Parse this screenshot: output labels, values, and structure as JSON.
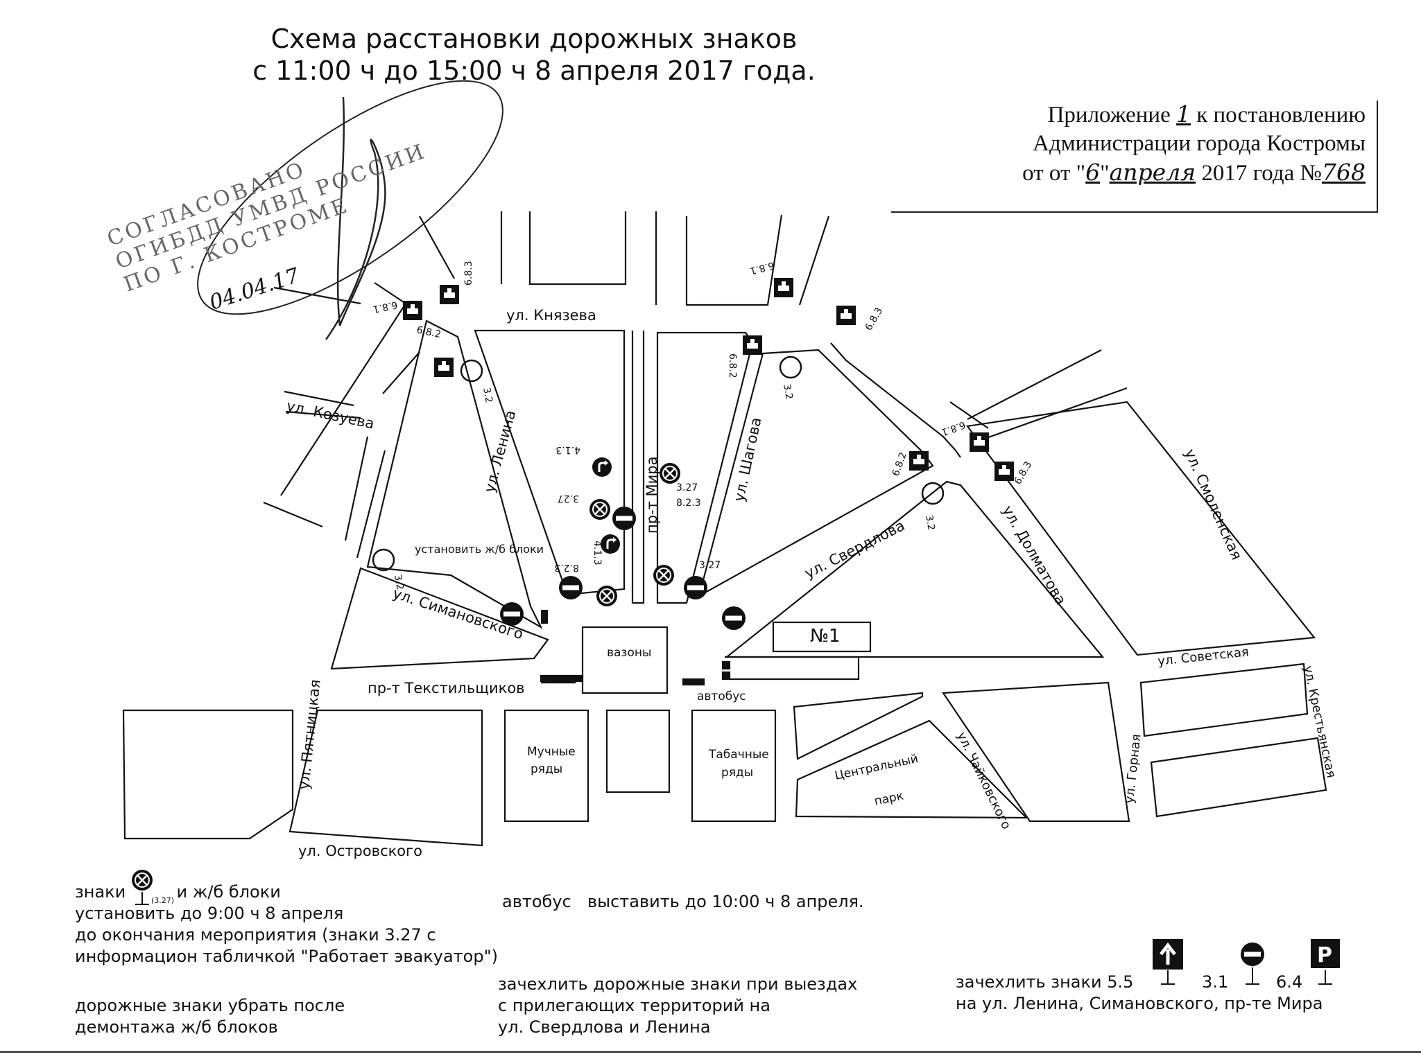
{
  "title": {
    "line1": "Схема расстановки дорожных знаков",
    "line2": "с 11:00 ч до 15:00 ч 8 апреля 2017 года."
  },
  "appendix": {
    "line1_pre": "Приложение",
    "line1_num": "1",
    "line1_post": "к постановлению",
    "line2": "Администрации города Костромы",
    "line3_pre": "от \"",
    "line3_day": "6",
    "line3_mid": "\"",
    "line3_month": "апреля",
    "line3_year": "2017 года №",
    "line3_no": "768"
  },
  "stamp": {
    "line1": "СОГЛАСОВАНО",
    "line2": "ОГИБДД УМВД РОССИИ",
    "line3": "ПО Г. КОСТРОМЕ",
    "date": "04.04.17"
  },
  "streets": {
    "knyazeva": "ул. Князева",
    "kozueva": "ул. Козуева",
    "lenina": "ул. Ленина",
    "mira": "пр-т Мира",
    "shagova": "ул. Шагова",
    "sverdlova": "ул. Свердлова",
    "dolmatova": "ул. Долматова",
    "smolenskaya": "ул. Смоленская",
    "simanovskogo": "ул. Симановского",
    "tekstilshchikov": "пр-т Текстильщиков",
    "pyatnitskaya": "ул. Пятницкая",
    "ostrovskogo": "ул. Островского",
    "sovetskaya": "ул. Советская",
    "krestyanskaya": "ул. Крестьянская",
    "gornaya": "ул. Горная",
    "chaykovskogo": "ул. Чайковского"
  },
  "places": {
    "vazony": "вазоны",
    "avtobus": "автобус",
    "muchnye": [
      "Мучные",
      "ряды"
    ],
    "tabachnye": [
      "Табачные",
      "ряды"
    ],
    "park": [
      "Центральный",
      "парк"
    ],
    "no1": "№1",
    "blocks_label": "установить ж/б блоки"
  },
  "sign_codes": {
    "s683": "6.8.3",
    "s681": "6.8.1",
    "s682": "6.8.2",
    "s32": "3.2",
    "s327": "3.27",
    "s413": "4.1.3",
    "s823": "8.2.3"
  },
  "notes": {
    "n1_pre": "знаки",
    "n1_code": "(3.27)",
    "n1_post": "и ж/б блоки",
    "n2": "установить до 9:00 ч 8 апреля",
    "n3": "до окончания мероприятия (знаки 3.27 с",
    "n4": "информацион табличкой \"Работает эвакуатор\")",
    "bus": "автобус",
    "bus_rest": "выставить до 10:00 ч 8 апреля.",
    "remove1": "дорожные знаки убрать после",
    "remove2": "демонтажа ж/б блоков",
    "cover1": "зачехлить дорожные знаки при выездах",
    "cover2": "с прилегающих территорий на",
    "cover3": "ул. Свердлова и Ленина",
    "cover_signs1_pre": "зачехлить знаки",
    "code55": "5.5",
    "code31": "3.1",
    "code64": "6.4",
    "cover_signs2": "на ул. Ленина, Симановского, пр-те Мира",
    "parking_letter": "P"
  }
}
